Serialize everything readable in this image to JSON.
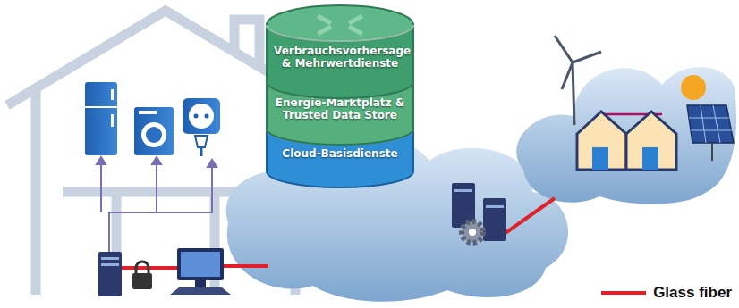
{
  "diagram": {
    "nodes": [
      {
        "text": [
          "Verbrauchsvorhersage & Mehrwertdienste"
        ]
      },
      {
        "text": [
          "Energie-Marktplatz & Trusted Data Store"
        ]
      },
      {
        "text": [
          "Cloud-Basisdienste"
        ]
      }
    ],
    "legend": [
      {
        "text": "Glass fiber"
      }
    ]
  }
}
